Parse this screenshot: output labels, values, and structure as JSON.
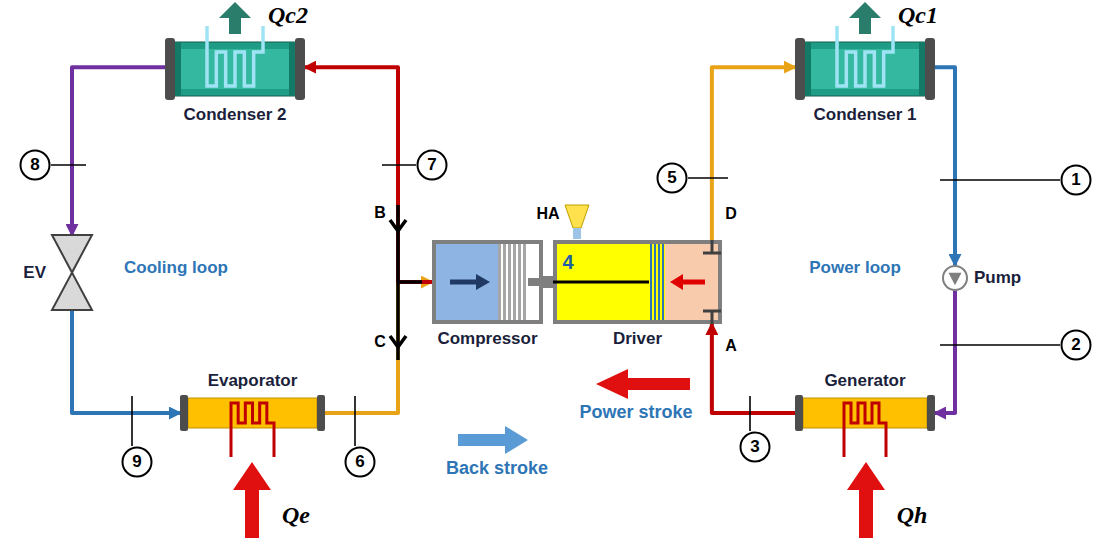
{
  "diagram": {
    "nodes": [
      {
        "text": [
          "Condenser 2"
        ]
      },
      {
        "text": [
          "Condenser 1"
        ]
      },
      {
        "text": [
          "8"
        ]
      },
      {
        "text": [
          "7"
        ]
      },
      {
        "text": [
          "5"
        ]
      },
      {
        "text": [
          "1"
        ]
      },
      {
        "text": [
          "EV"
        ]
      },
      {
        "text": [
          "Compressor"
        ]
      },
      {
        "text": [
          "Driver"
        ]
      },
      {
        "text": [
          "Pump"
        ]
      },
      {
        "text": [
          "2"
        ]
      },
      {
        "text": [
          "Evaporator"
        ]
      },
      {
        "text": [
          "Generator"
        ]
      },
      {
        "text": [
          "9"
        ]
      },
      {
        "text": [
          "6"
        ]
      },
      {
        "text": [
          "3"
        ]
      }
    ],
    "edges": [
      {
        "from": 0,
        "to": 6,
        "arrow": "to"
      },
      {
        "from": 6,
        "to": 11,
        "arrow": "to"
      },
      {
        "from": 11,
        "to": 7,
        "arrow": "to"
      },
      {
        "from": 7,
        "to": 0,
        "arrow": "to"
      },
      {
        "from": 8,
        "to": 1,
        "arrow": "to"
      },
      {
        "from": 1,
        "to": 9,
        "arrow": "to"
      },
      {
        "from": 9,
        "to": 12,
        "arrow": "to"
      },
      {
        "from": 12,
        "to": 8,
        "arrow": "to"
      }
    ],
    "labels": [
      "Qc2",
      "Qc1",
      "HA",
      "4",
      "B",
      "C",
      "D",
      "A",
      "Cooling loop",
      "Power loop",
      "Power stroke",
      "Back stroke",
      "Qe",
      "Qh"
    ]
  }
}
